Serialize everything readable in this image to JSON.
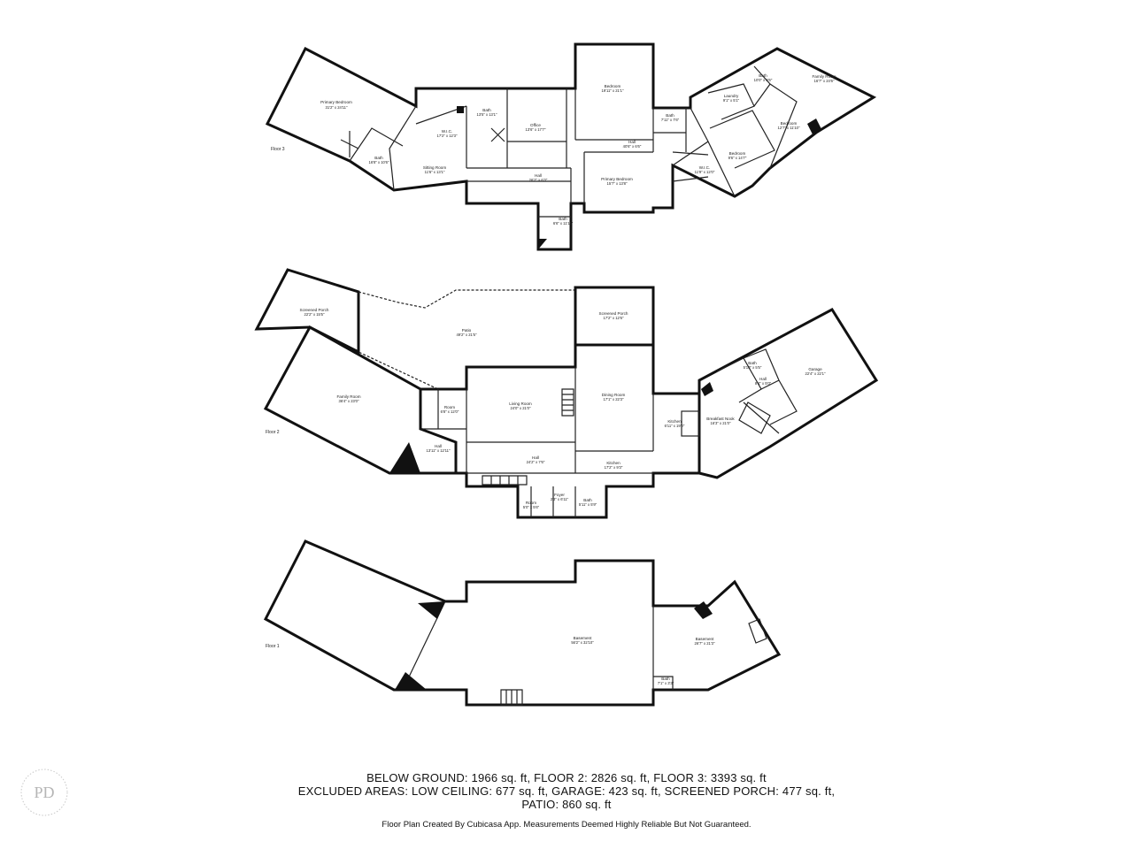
{
  "floors": [
    {
      "label": "Floor 3",
      "rooms": [
        {
          "name": "Primary Bedroom",
          "dims": "31'2\" x 24'11\""
        },
        {
          "name": "Bath",
          "dims": "16'8\" x 10'6\""
        },
        {
          "name": "W.I.C.",
          "dims": "17'2\" x 12'3\""
        },
        {
          "name": "Sitting Room",
          "dims": "11'6\" x 13'1\""
        },
        {
          "name": "Bath",
          "dims": "13'5\" x 13'1\""
        },
        {
          "name": "Office",
          "dims": "13'6\" x 17'7\""
        },
        {
          "name": "Hall",
          "dims": "26'2\" x 6'3\""
        },
        {
          "name": "Bath",
          "dims": "6'6\" x 11'11\""
        },
        {
          "name": "Bedroom",
          "dims": "19'11\" x 21'1\""
        },
        {
          "name": "Hall",
          "dims": "40'6\" x 6'6\""
        },
        {
          "name": "Primary Bedroom",
          "dims": "15'7\" x 13'8\""
        },
        {
          "name": "Bath",
          "dims": "7'11\" x 7'6\""
        },
        {
          "name": "Laundry",
          "dims": "9'1\" x 5'1\""
        },
        {
          "name": "Bath",
          "dims": "10'0\" x 8'6\""
        },
        {
          "name": "Family Room",
          "dims": "16'7\" x 24'6\""
        },
        {
          "name": "Bedroom",
          "dims": "12'7\" x 11'10\""
        },
        {
          "name": "Bedroom",
          "dims": "9'6\" x 14'7\""
        },
        {
          "name": "W.I.C.",
          "dims": "11'9\" x 12'0\""
        }
      ]
    },
    {
      "label": "Floor 2",
      "rooms": [
        {
          "name": "Screened Porch",
          "dims": "22'2\" x 15'5\""
        },
        {
          "name": "Patio",
          "dims": "49'2\" x 21'5\""
        },
        {
          "name": "Screened Porch",
          "dims": "17'2\" x 12'6\""
        },
        {
          "name": "Family Room",
          "dims": "36'4\" x 23'0\""
        },
        {
          "name": "Room",
          "dims": "6'8\" x 12'0\""
        },
        {
          "name": "Living Room",
          "dims": "24'0\" x 21'0\""
        },
        {
          "name": "Dining Room",
          "dims": "17'1\" x 22'3\""
        },
        {
          "name": "Hall",
          "dims": "13'11\" x 12'11\""
        },
        {
          "name": "Hall",
          "dims": "24'2\" x 7'6\""
        },
        {
          "name": "Kitchen",
          "dims": "17'2\" x 9'3\""
        },
        {
          "name": "Foyer",
          "dims": "2'3\" x 6'11\""
        },
        {
          "name": "Room",
          "dims": "5'0\" x 5'6\""
        },
        {
          "name": "Bath",
          "dims": "5'11\" x 5'9\""
        },
        {
          "name": "Kitchen",
          "dims": "6'11\" x 19'0\""
        },
        {
          "name": "Breakfast Nook",
          "dims": "16'3\" x 21'0\""
        },
        {
          "name": "Bath",
          "dims": "5'10\" x 5'5\""
        },
        {
          "name": "Hall",
          "dims": "8'4\" x 5'0\""
        },
        {
          "name": "Garage",
          "dims": "22'4\" x 22'1\""
        }
      ]
    },
    {
      "label": "Floor 1",
      "rooms": [
        {
          "name": "Basement",
          "dims": "56'2\" x 32'10\""
        },
        {
          "name": "Basement",
          "dims": "26'7\" x 21'3\""
        },
        {
          "name": "Bath",
          "dims": "7'1\" x 3'3\""
        }
      ]
    }
  ],
  "summary": {
    "line1": "BELOW GROUND: 1966 sq. ft, FLOOR 2: 2826 sq. ft, FLOOR 3: 3393 sq. ft",
    "line2": "EXCLUDED AREAS: LOW CEILING: 677 sq. ft, GARAGE: 423 sq. ft, SCREENED PORCH: 477 sq. ft,",
    "line3": "PATIO: 860 sq. ft"
  },
  "credit": "Floor Plan Created By Cubicasa App. Measurements Deemed Highly Reliable But Not Guaranteed.",
  "logo": {
    "monogram": "PD"
  },
  "colors": {
    "walls": "#111111",
    "text": "#111111",
    "background": "#ffffff"
  }
}
